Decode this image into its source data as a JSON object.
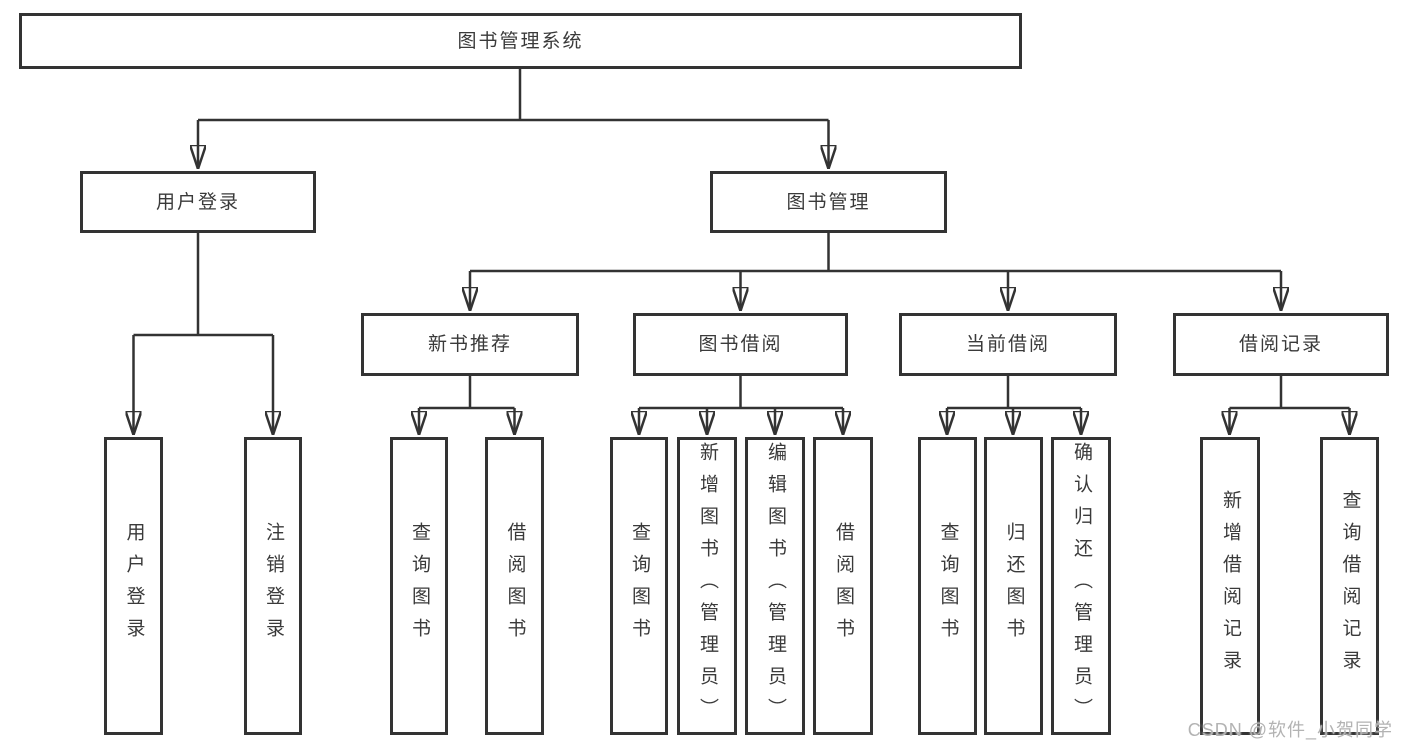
{
  "tree": {
    "label": "图书管理系统",
    "children": [
      {
        "label": "用户登录",
        "children": [
          {
            "label": "用户登录"
          },
          {
            "label": "注销登录"
          }
        ]
      },
      {
        "label": "图书管理",
        "children": [
          {
            "label": "新书推荐",
            "children": [
              {
                "label": "查询图书"
              },
              {
                "label": "借阅图书"
              }
            ]
          },
          {
            "label": "图书借阅",
            "children": [
              {
                "label": "查询图书"
              },
              {
                "label": "新增图书（管理员）"
              },
              {
                "label": "编辑图书（管理员）"
              },
              {
                "label": "借阅图书"
              }
            ]
          },
          {
            "label": "当前借阅",
            "children": [
              {
                "label": "查询图书"
              },
              {
                "label": "归还图书"
              },
              {
                "label": "确认归还（管理员）"
              }
            ]
          },
          {
            "label": "借阅记录",
            "children": [
              {
                "label": "新增借阅记录"
              },
              {
                "label": "查询借阅记录"
              }
            ]
          }
        ]
      }
    ]
  },
  "watermark": "CSDN @软件_小贺同学",
  "colors": {
    "line": "#333333",
    "box_border": "#333333",
    "text": "#3a3a3a",
    "box_background": "#ffffff",
    "page_background": "#ffffff",
    "watermark": "#b3b3b3"
  }
}
